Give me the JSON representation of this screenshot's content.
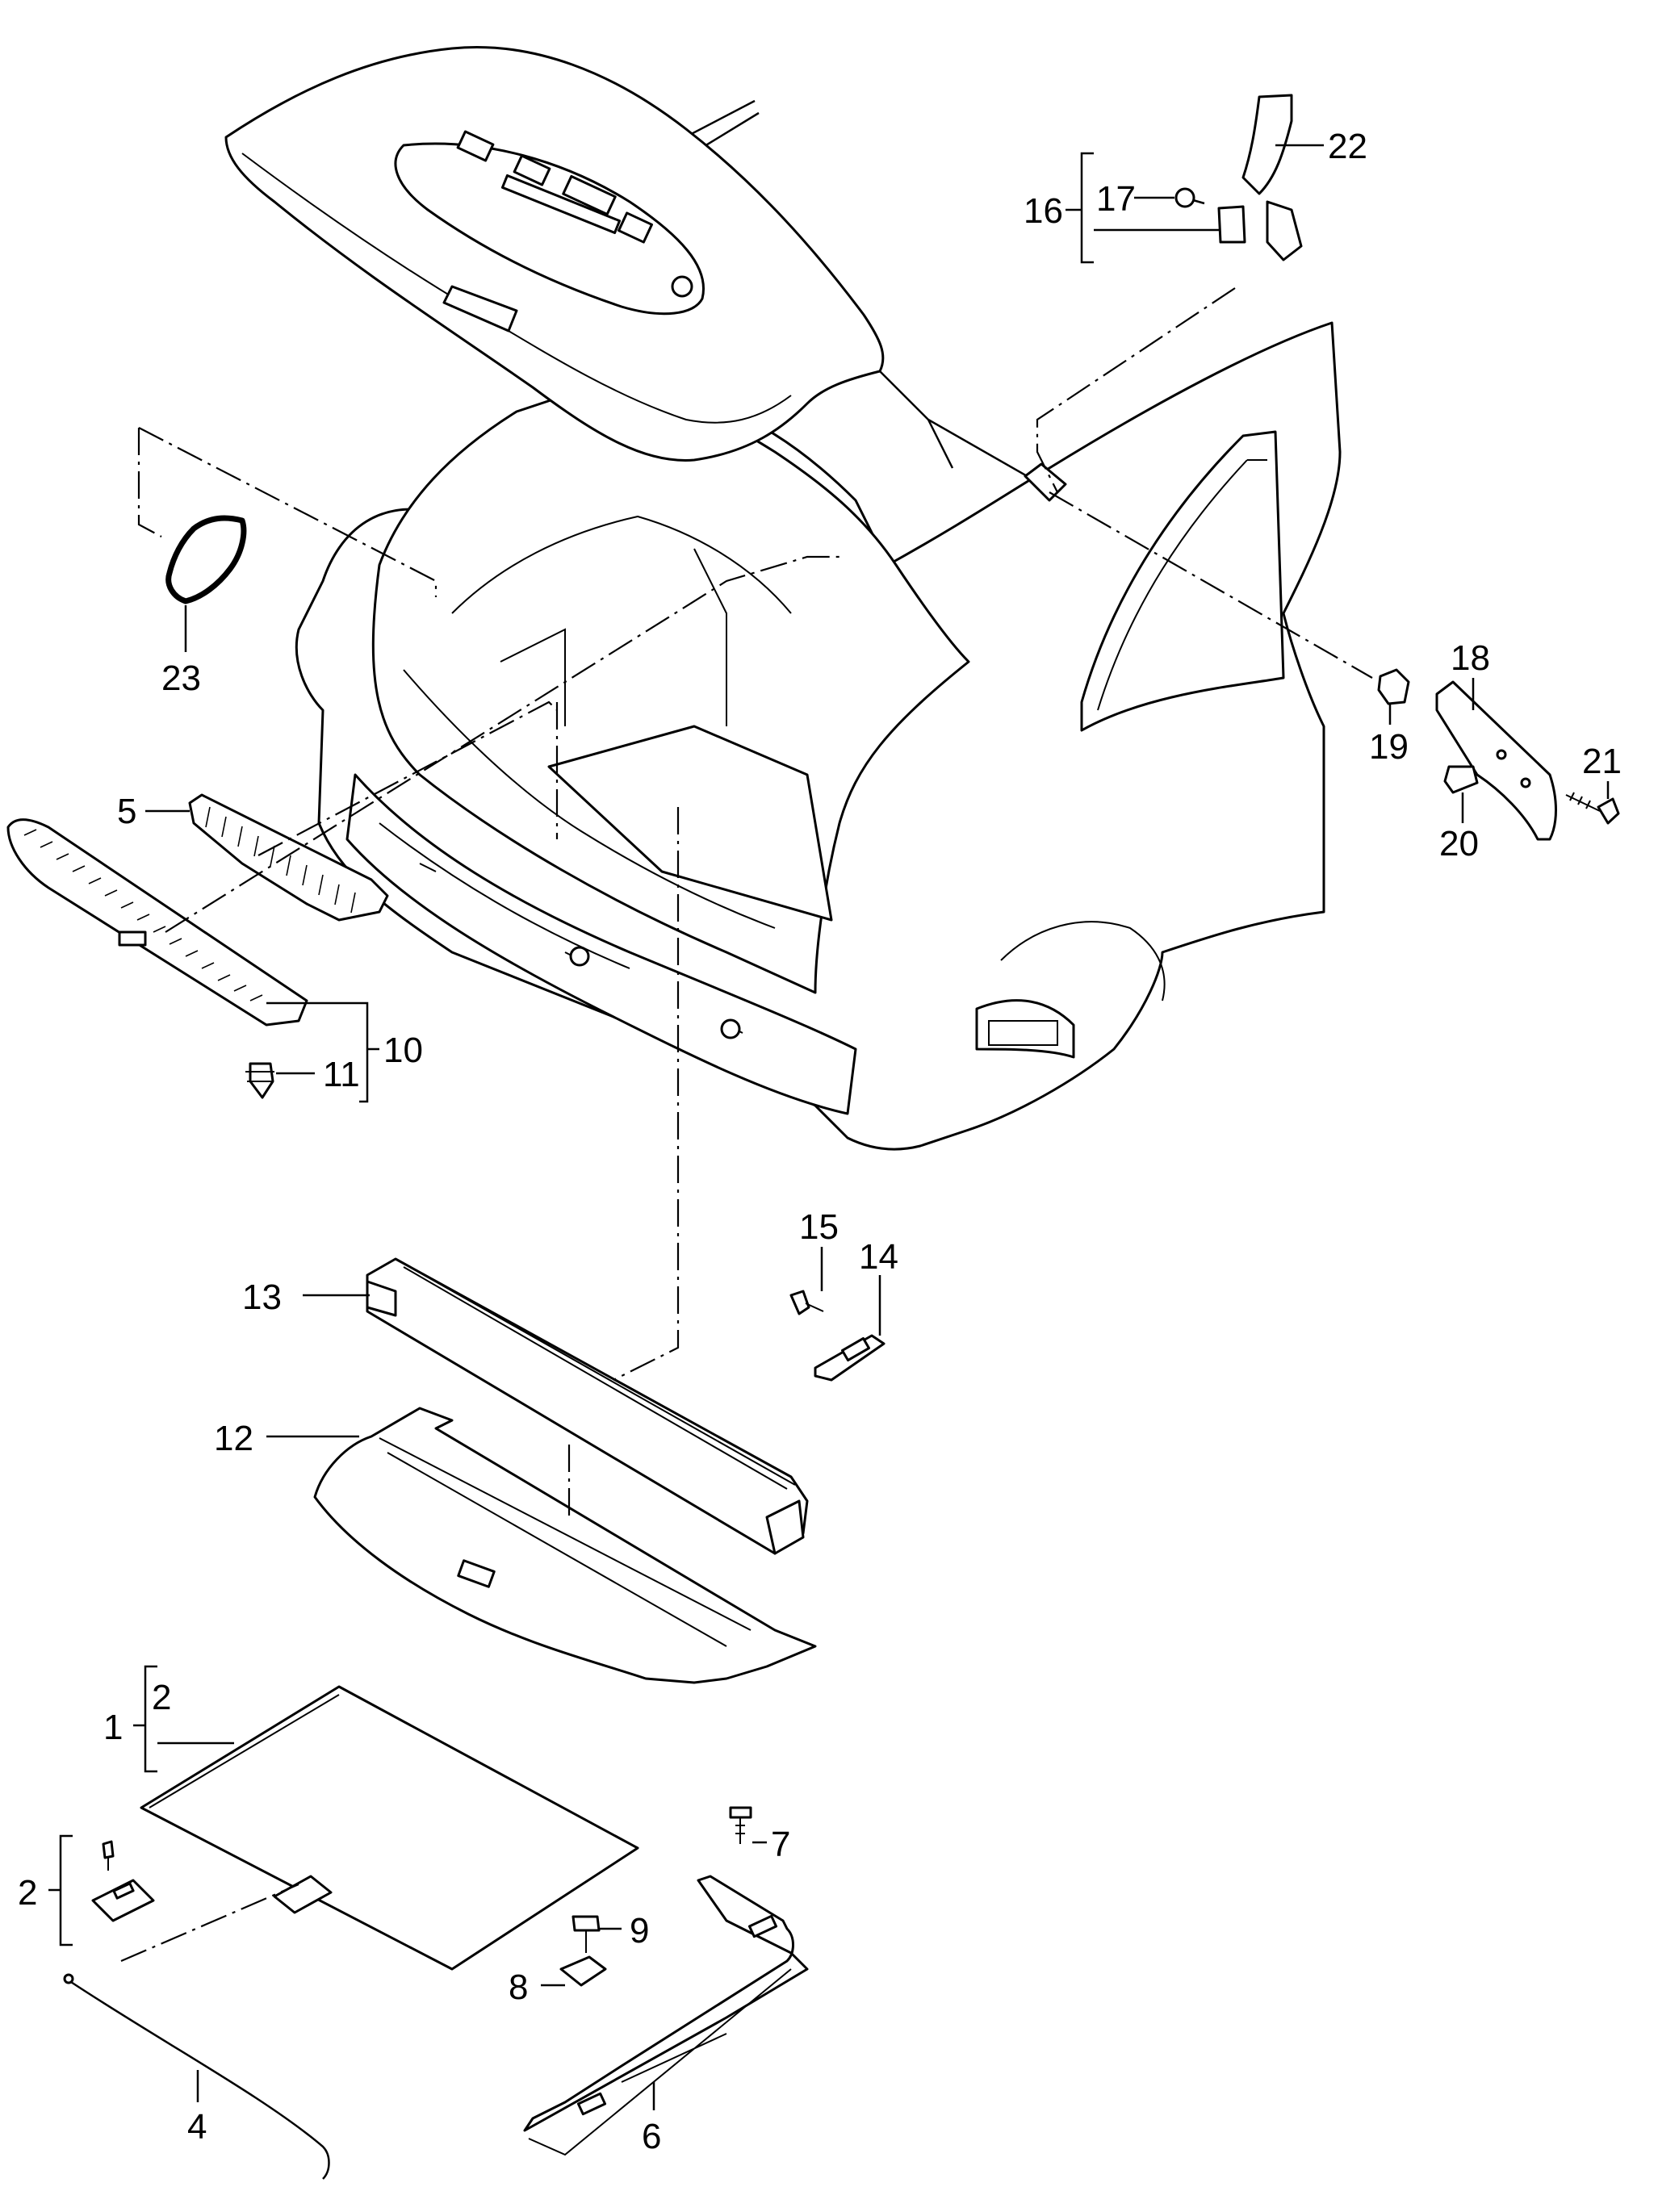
{
  "callouts": {
    "c1": "1",
    "c2_kit": "2",
    "c2_sub": "2",
    "c4": "4",
    "c5": "5",
    "c6": "6",
    "c7": "7",
    "c8": "8",
    "c9": "9",
    "c10": "10",
    "c11": "11",
    "c12": "12",
    "c13": "13",
    "c14": "14",
    "c15": "15",
    "c16": "16",
    "c17": "17",
    "c18": "18",
    "c19": "19",
    "c20": "20",
    "c21": "21",
    "c22": "22",
    "c23": "23"
  }
}
